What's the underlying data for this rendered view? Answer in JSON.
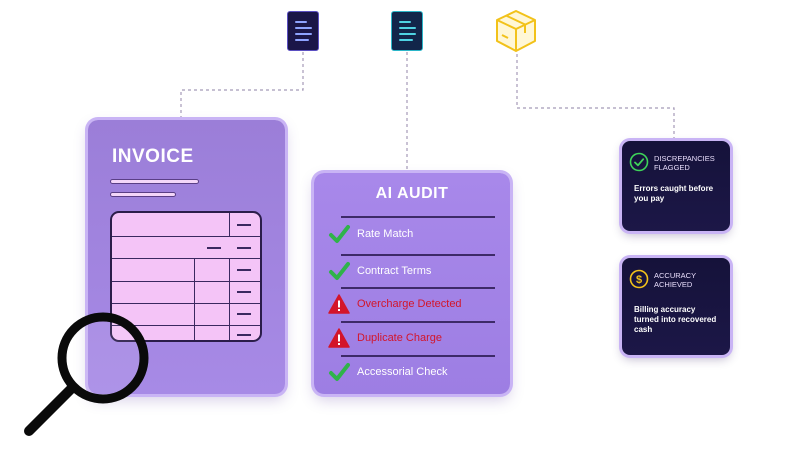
{
  "icons": {
    "top": [
      {
        "name": "document-icon",
        "color": "#1b1648"
      },
      {
        "name": "document-icon",
        "color": "#12264a"
      },
      {
        "name": "package-box-icon",
        "color": "#f2c21a"
      }
    ]
  },
  "invoice": {
    "title": "INVOICE"
  },
  "audit": {
    "title": "AI AUDIT",
    "checks": [
      {
        "label": "Rate Match",
        "status": "ok"
      },
      {
        "label": "Contract Terms",
        "status": "ok"
      },
      {
        "label": "Overcharge Detected",
        "status": "flag"
      },
      {
        "label": "Duplicate Charge",
        "status": "flag"
      },
      {
        "label": "Accessorial Check",
        "status": "ok"
      }
    ]
  },
  "cards": {
    "discrepancies": {
      "title_line1": "DISCREPANCIES",
      "title_line2": "FLAGGED",
      "body_line1": "Errors caught before",
      "body_line2": "you pay",
      "icon": "check-circle-icon"
    },
    "accuracy": {
      "title_line1": "ACCURACY",
      "title_line2": "ACHIEVED",
      "body_line1": "Billing accuracy",
      "body_line2": "turned into recovered",
      "body_line3": "cash",
      "icon": "dollar-circle-icon"
    }
  },
  "colors": {
    "ok_check": "#2fb34a",
    "flag_warning": "#d3152a",
    "card_purple": "#9d7ee3",
    "card_dark": "#15123a",
    "accent_yellow": "#f2c21a"
  }
}
